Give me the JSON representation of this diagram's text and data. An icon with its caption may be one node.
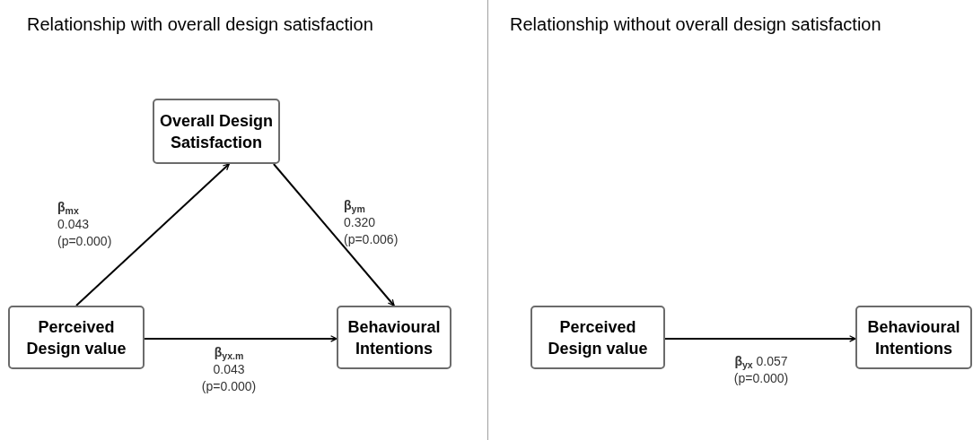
{
  "diagram": {
    "nodes": [
      {
        "text": [
          "Overall Design Satisfaction"
        ]
      },
      {
        "text": [
          "Perceived Design value"
        ]
      },
      {
        "text": [
          "Behavioural Intentions"
        ]
      },
      {
        "text": [
          "Perceived Design value"
        ]
      },
      {
        "text": [
          "Behavioural Intentions"
        ]
      }
    ],
    "edges": [
      {
        "from": 1,
        "to": 0,
        "arrow": "to",
        "label": "**β**$_{mx}$ 0.043 (p=0.000)"
      },
      {
        "from": 0,
        "to": 2,
        "arrow": "to",
        "label": "**β**$_{ym}$ 0.320 (p=0.006)"
      },
      {
        "from": 1,
        "to": 2,
        "arrow": "to",
        "label": "**β**$_{yx.m}$ 0.043 (p=0.000)"
      },
      {
        "from": 3,
        "to": 4,
        "arrow": "to",
        "label": "**β**$_{yx}$ 0.057 (p=0.000)"
      }
    ],
    "labels": [
      "Relationship with overall design satisfaction",
      "Relationship without overall design satisfaction"
    ]
  }
}
